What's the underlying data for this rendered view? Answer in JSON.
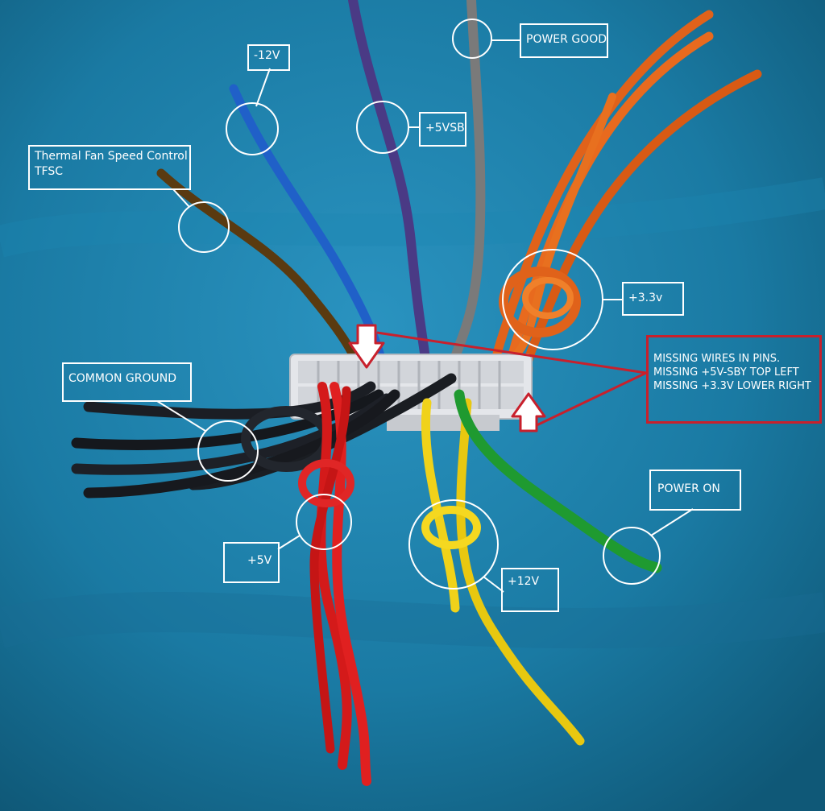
{
  "photo": {
    "subject": "psu-atx-connector-wires",
    "colors": {
      "background": "#17739a",
      "label_border": "#ffffff",
      "callout_border": "#c8202c",
      "arrow_fill": "#ffffff",
      "arrow_outline": "#c8202c"
    }
  },
  "labels": {
    "minus_12v": "-12V",
    "plus_5vsb": "+5VSB",
    "power_good": "POWER GOOD",
    "tfsc_line1": "Thermal Fan Speed Control",
    "tfsc_line2": "TFSC",
    "plus_3_3v": "+3.3v",
    "common_ground": "COMMON GROUND",
    "power_on": "POWER ON",
    "plus_5v": "+5V",
    "plus_12v": "+12V"
  },
  "callout": {
    "line1": "MISSING WIRES IN PINS.",
    "line2": "MISSING +5V-SBY TOP LEFT",
    "line3": "MISSING +3.3V LOWER RIGHT"
  }
}
